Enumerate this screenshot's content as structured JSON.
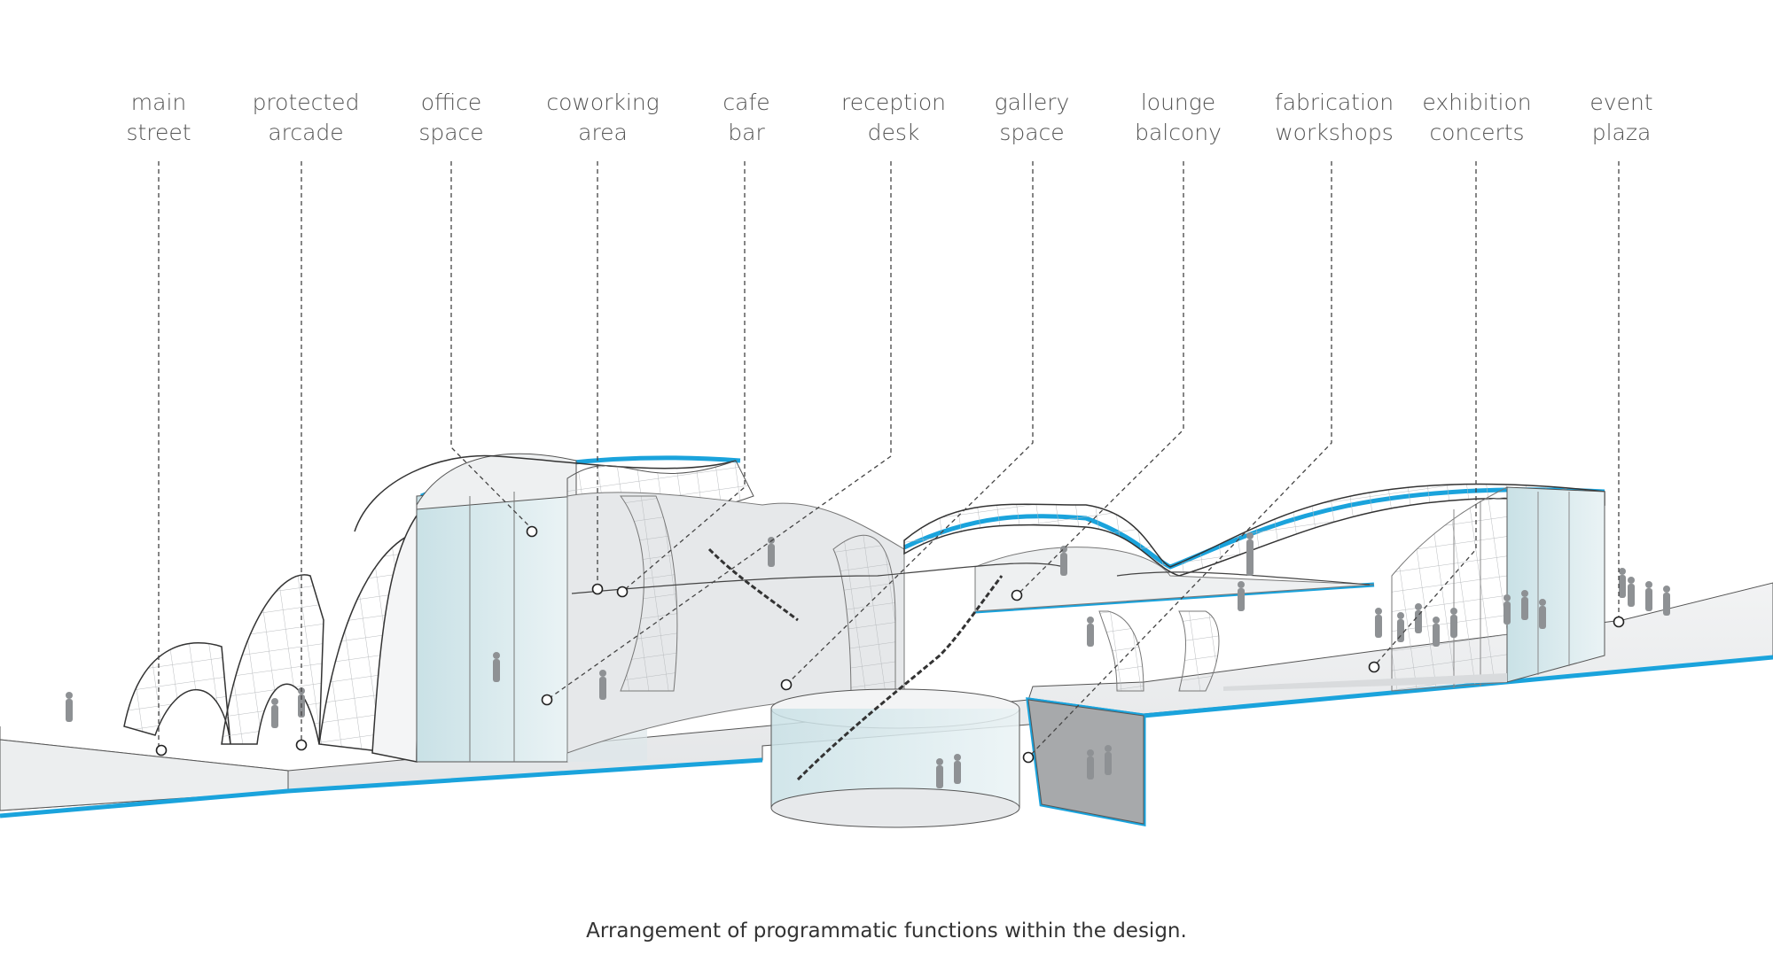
{
  "labels": [
    {
      "id": "main-street",
      "line1": "main",
      "line2": "street"
    },
    {
      "id": "protected-arcade",
      "line1": "protected",
      "line2": "arcade"
    },
    {
      "id": "office-space",
      "line1": "office",
      "line2": "space"
    },
    {
      "id": "coworking-area",
      "line1": "coworking",
      "line2": "area"
    },
    {
      "id": "cafe-bar",
      "line1": "cafe",
      "line2": "bar"
    },
    {
      "id": "reception-desk",
      "line1": "reception",
      "line2": "desk"
    },
    {
      "id": "gallery-space",
      "line1": "gallery",
      "line2": "space"
    },
    {
      "id": "lounge-balcony",
      "line1": "lounge",
      "line2": "balcony"
    },
    {
      "id": "fabrication-workshops",
      "line1": "fabrication",
      "line2": "workshops"
    },
    {
      "id": "exhibition-concerts",
      "line1": "exhibition",
      "line2": "concerts"
    },
    {
      "id": "event-plaza",
      "line1": "event",
      "line2": "plaza"
    }
  ],
  "caption": "Arrangement of programmatic functions within the design.",
  "colors": {
    "accent": "#1aa3dc",
    "structure": "#e9ebec",
    "glass": "#d4e8ec",
    "line": "#333333",
    "label": "#555555"
  }
}
